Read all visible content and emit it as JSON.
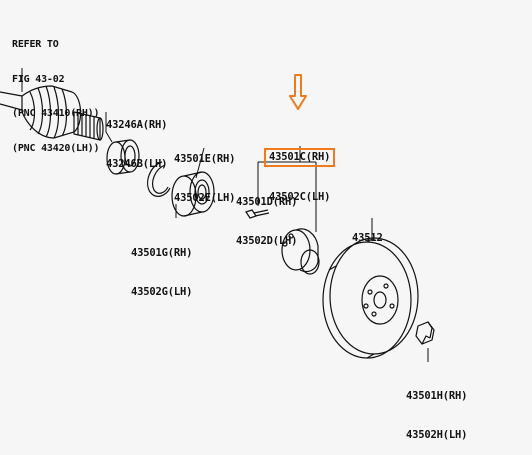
{
  "reference": {
    "line1": "REFER TO",
    "line2": "FIG 43-02",
    "line3": "(PNC 43410(RH))",
    "line4": "(PNC 43420(LH))"
  },
  "parts": {
    "p43246": {
      "rh": "43246A(RH)",
      "lh": "43246B(LH)"
    },
    "p43501e": {
      "rh": "43501E(RH)",
      "lh": "43502E(LH)"
    },
    "p43501c": {
      "rh": "43501C(RH)",
      "lh": "43502C(LH)"
    },
    "p43501d": {
      "rh": "43501D(RH)",
      "lh": "43502D(LH)"
    },
    "p43512": {
      "label": "43512"
    },
    "p43501g": {
      "rh": "43501G(RH)",
      "lh": "43502G(LH)"
    },
    "p43501h": {
      "rh": "43501H(RH)",
      "lh": "43502H(LH)"
    }
  },
  "colors": {
    "highlight": "#f07a1e",
    "lineart": "#111111",
    "background": "#f6f6f6"
  },
  "icons": {
    "pointer": "down-arrow-icon"
  }
}
